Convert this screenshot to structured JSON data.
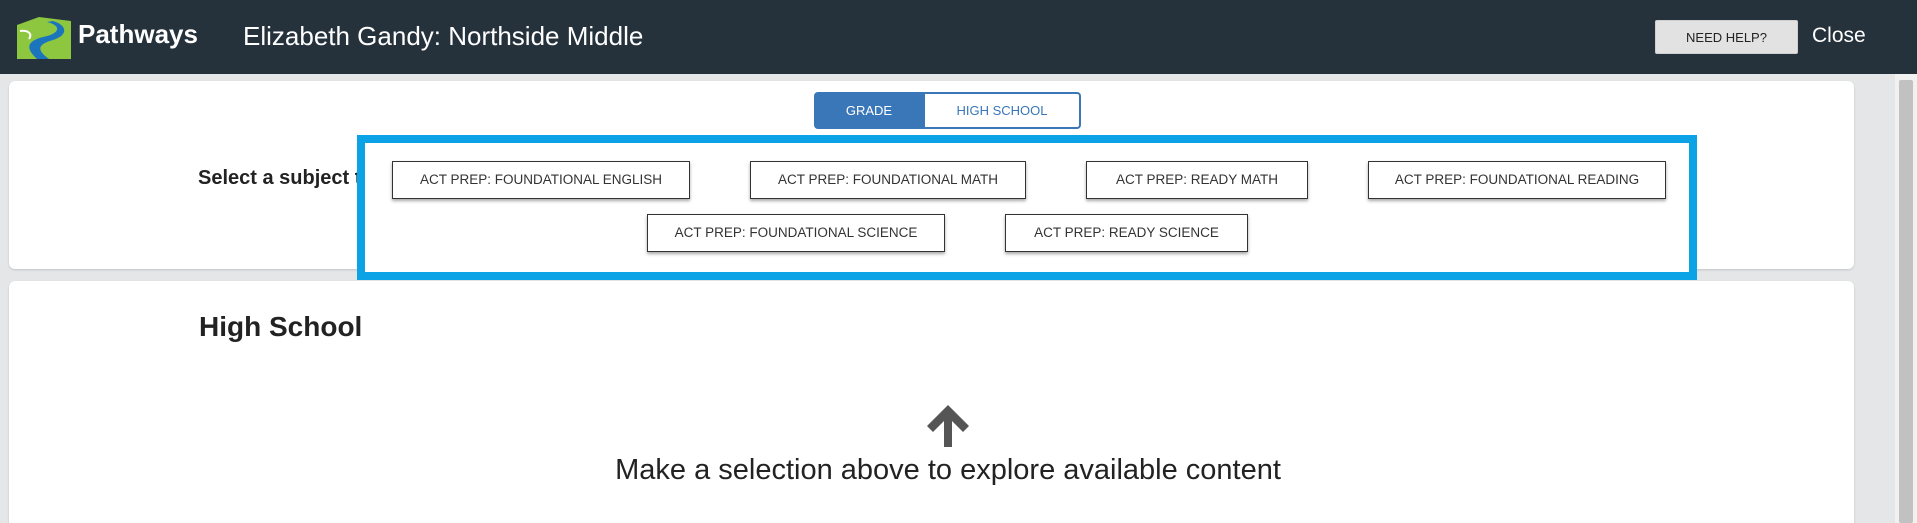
{
  "header": {
    "app_name": "Pathways",
    "page_title": "Elizabeth Gandy: Northside Middle",
    "help_label": "NEED HELP?",
    "close_label": "Close",
    "logo_icon": "pathways-road-logo-icon",
    "colors": {
      "bar": "#25313b",
      "logo_green": "#8dc63f",
      "logo_blue": "#1b75bc"
    }
  },
  "tabs": [
    {
      "label": "GRADE",
      "selected": true
    },
    {
      "label": "HIGH SCHOOL",
      "selected": false
    }
  ],
  "subject_label": "Select a subject t",
  "subjects": [
    "ACT PREP: FOUNDATIONAL ENGLISH",
    "ACT PREP: FOUNDATIONAL MATH",
    "ACT PREP: READY MATH",
    "ACT PREP: FOUNDATIONAL READING",
    "ACT PREP: FOUNDATIONAL SCIENCE",
    "ACT PREP: READY SCIENCE"
  ],
  "section": {
    "title": "High School",
    "hint": "Make a selection above to explore available content",
    "hint_icon": "arrow-up-icon"
  },
  "colors": {
    "accent": "#3a77b8",
    "highlight": "#0ca3e6"
  }
}
